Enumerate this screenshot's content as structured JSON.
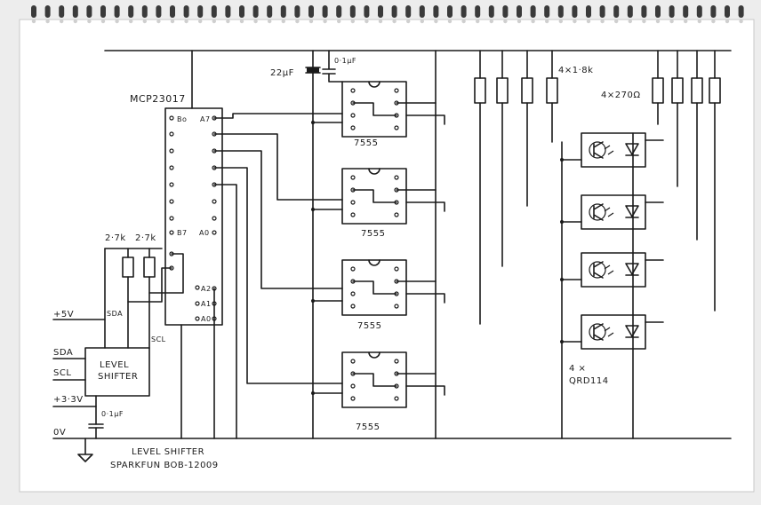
{
  "labels": {
    "mcp": "MCP23017",
    "bo": "Bo",
    "a7": "A7",
    "b7": "B7",
    "a0_top": "A0",
    "a2": "A2",
    "a1": "A1",
    "a0": "A0",
    "r27a": "2·7k",
    "r27b": "2·7k",
    "sda_top": "SDA",
    "scl_top": "SCL",
    "plus5v": "+5V",
    "sda": "SDA",
    "scl": "SCL",
    "level_shifter_box_1": "LEVEL",
    "level_shifter_box_2": "SHIFTER",
    "plus33v": "+3·3V",
    "cap_ls": "0·1µF",
    "zero_v": "0V",
    "ls_note_1": "LEVEL SHIFTER",
    "ls_note_2": "SPARKFUN  BOB-12009",
    "cap22": "22µF",
    "cap01": "0·1µF",
    "r18k": "4×1·8k",
    "r270": "4×270Ω",
    "t555_1": "7555",
    "t555_2": "7555",
    "t555_3": "7555",
    "t555_4": "7555",
    "qrd_count": "4 ×",
    "qrd_part": "QRD114"
  },
  "colors": {
    "paper": "#ffffff",
    "ink": "#1a1a1a",
    "spiral": "#3a3a3a"
  }
}
